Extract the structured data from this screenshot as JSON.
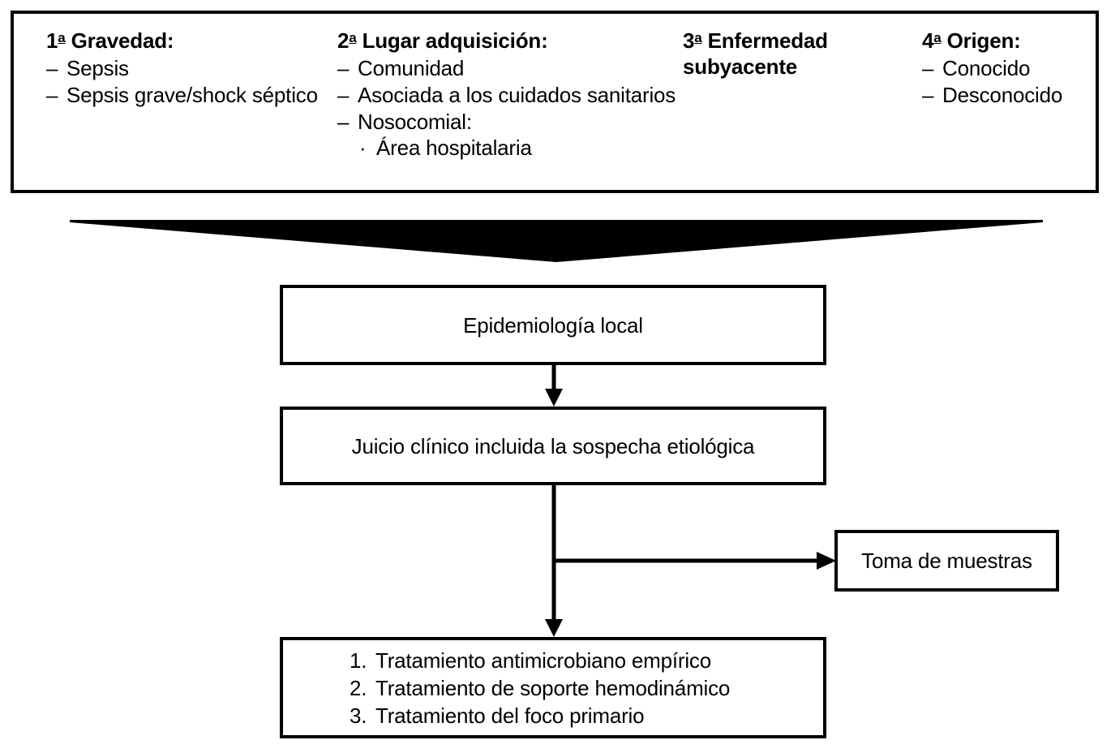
{
  "diagram": {
    "title_absent": true,
    "criteria_panel": {
      "columns": [
        {
          "ordinal": "1",
          "ordinal_suffix": "a",
          "heading": "Gravedad:",
          "items": [
            {
              "bullet": "–",
              "text": "Sepsis"
            },
            {
              "bullet": "–",
              "text": "Sepsis grave/shock séptico"
            }
          ]
        },
        {
          "ordinal": "2",
          "ordinal_suffix": "a",
          "heading": "Lugar adquisición:",
          "items": [
            {
              "bullet": "–",
              "text": "Comunidad"
            },
            {
              "bullet": "–",
              "text": "Asociada a los cuidados sanitarios"
            },
            {
              "bullet": "–",
              "text": "Nosocomial:"
            },
            {
              "bullet": "·",
              "text": "Área hospitalaria",
              "sub": true
            }
          ]
        },
        {
          "ordinal": "3",
          "ordinal_suffix": "a",
          "heading": "Enfermedad subyacente",
          "items": []
        },
        {
          "ordinal": "4",
          "ordinal_suffix": "a",
          "heading": "Origen:",
          "items": [
            {
              "bullet": "–",
              "text": "Conocido"
            },
            {
              "bullet": "–",
              "text": "Desconocido"
            }
          ]
        }
      ]
    },
    "funnel": {
      "shape": "inverted-triangle",
      "fill": "#000000"
    },
    "nodes": {
      "epidemiologia": "Epidemiología local",
      "juicio": "Juicio clínico incluida la sospecha etiológica",
      "toma_muestras": "Toma de muestras",
      "tratamiento": [
        {
          "number": "1.",
          "text": "Tratamiento antimicrobiano empírico"
        },
        {
          "number": "2.",
          "text": "Tratamiento de soporte hemodinámico"
        },
        {
          "number": "3.",
          "text": "Tratamiento del foco primario"
        }
      ]
    },
    "colors": {
      "stroke": "#000000",
      "background": "#ffffff",
      "funnel_fill": "#000000"
    }
  }
}
